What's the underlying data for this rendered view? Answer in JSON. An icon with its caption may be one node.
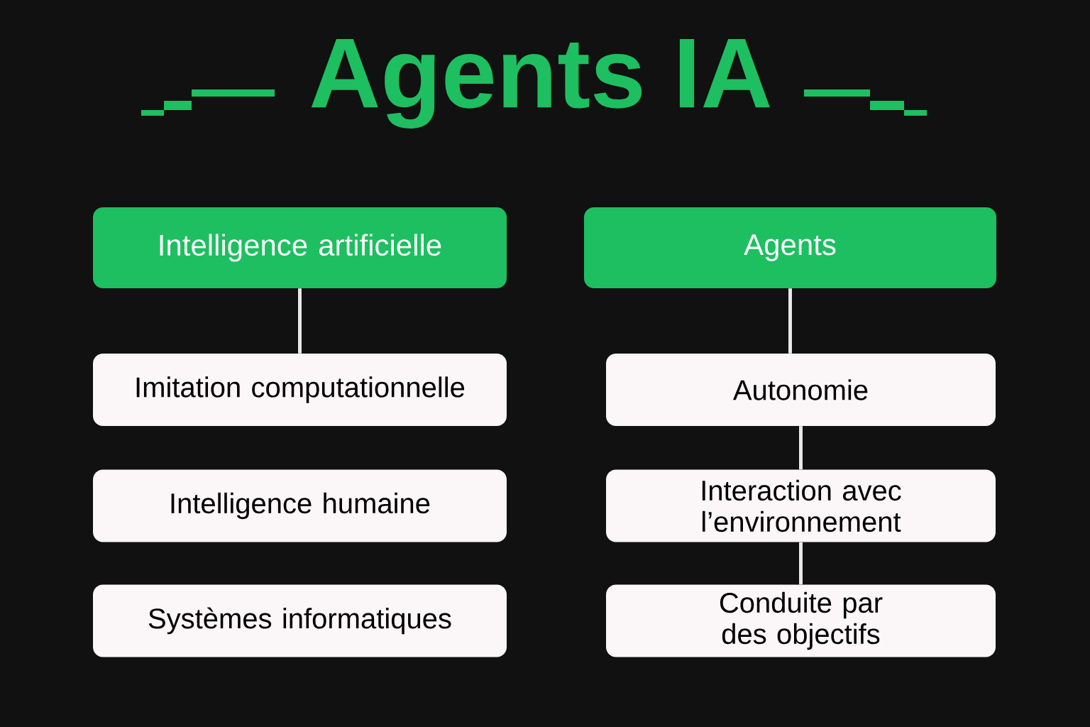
{
  "diagram": {
    "title": "Agents IA",
    "nodes": [
      {
        "text": [
          "Intelligence artificielle"
        ]
      },
      {
        "text": [
          "Agents"
        ]
      },
      {
        "text": [
          "Imitation computationnelle"
        ]
      },
      {
        "text": [
          "Intelligence humaine"
        ]
      },
      {
        "text": [
          "Systèmes informatiques"
        ]
      },
      {
        "text": [
          "Autonomie"
        ]
      },
      {
        "text": [
          "Interaction avec l’environnement"
        ]
      },
      {
        "text": [
          "Conduite par des objectifs"
        ]
      }
    ],
    "edges": [
      {
        "from": 0,
        "to": 2,
        "arrow": "none"
      },
      {
        "from": 1,
        "to": 5,
        "arrow": "none"
      },
      {
        "from": 5,
        "to": 6,
        "arrow": "none"
      },
      {
        "from": 6,
        "to": 7,
        "arrow": "none"
      }
    ]
  }
}
